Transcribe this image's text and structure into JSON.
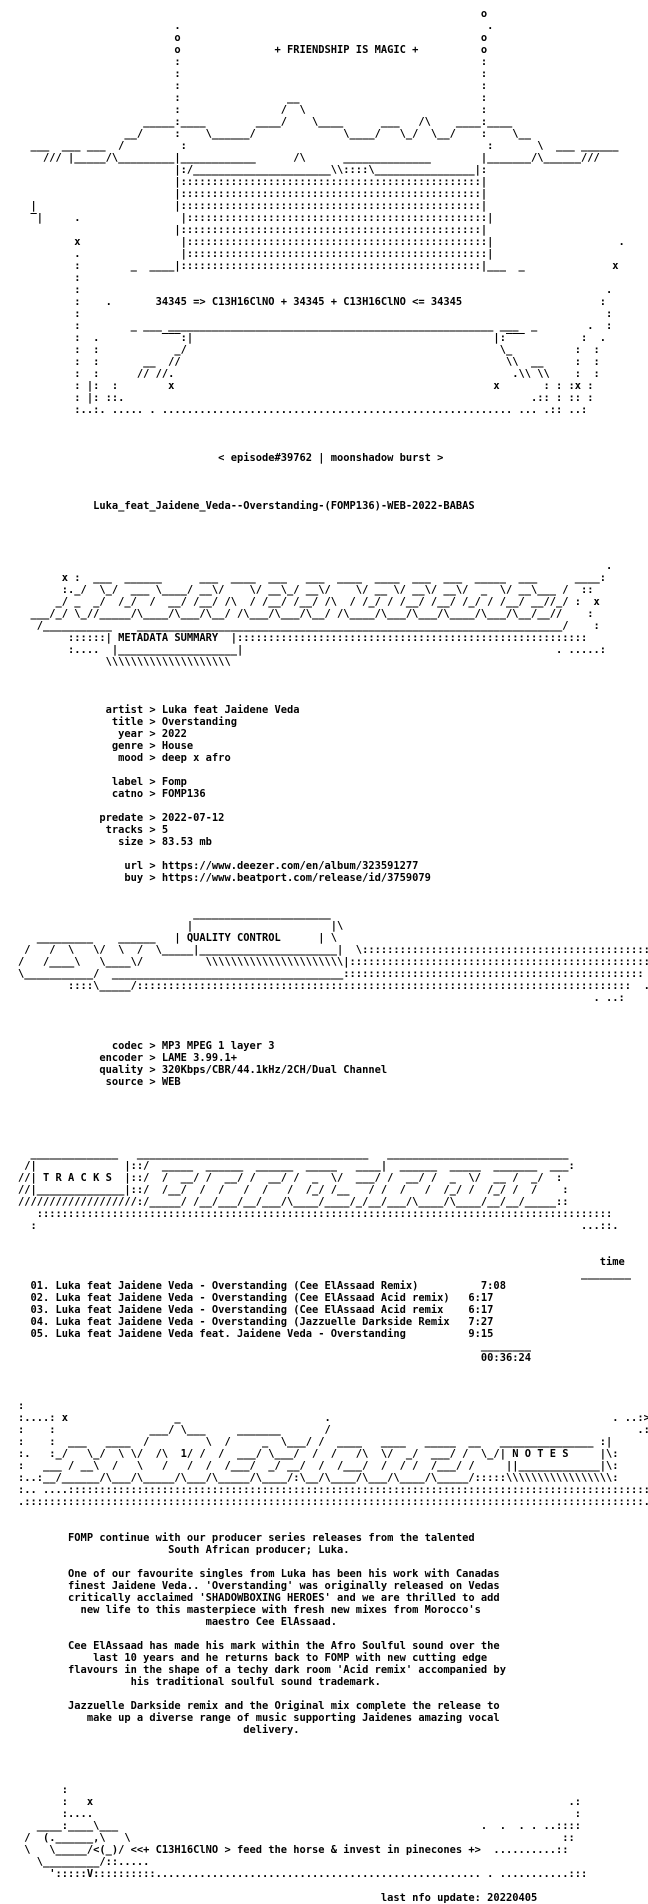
{
  "document": {
    "lines": [
      "                                                                          o",
      "                         .                                                 .",
      "                         o                                                o",
      "                         o               + FRIENDSHIP IS MAGIC +          o",
      "                         :                                                :",
      "                         :                                                :",
      "                         :                                                :",
      "                         :                 __                             :",
      "                         :                /  \\                            :",
      "                    _____:____        ____/    \\____      ___   /\\    ____:____",
      "                 __/     :    \\______/              \\____/   \\_/  \\__/    :    \\__",
      "  ___  ___ ___  /         :                                                :       \\  ___ ______",
      "    /// |_____/\\_________|____________      /\\      ______________        |_______/\\______///",
      "                         |:/______________________\\\\::::\\________________|:",
      "                         |::::::::::::::::::::::::::::::::::::::::::::::::|",
      "                         |::::::::::::::::::::::::::::::::::::::::::::::::|",
      "  |                      |::::::::::::::::::::::::::::::::::::::::::::::::|",
      "  ‾|     .                |::::::::::::::::::::::::::::::::::::::::::::::::|",
      "                         |::::::::::::::::::::::::::::::::::::::::::::::::|",
      "         x                |::::::::::::::::::::::::::::::::::::::::::::::::|                    .",
      "         .                |::::::::::::::::::::::::::::::::::::::::::::::::|",
      "         :        _  ____|::::::::::::::::::::::::::::::::::::::::::::::::|___  _              x",
      "         :                                                                                    ",
      "         :                                                                                    .",
      "         :    .       34345 => C13H16ClNO + 34345 + C13H16ClNO <= 34345                      :",
      "         :                                                                                    :",
      "         :        _ ___ ____________________________________________________ ___  _        .  :",
      "         :  .          ‾‾‾:|                                                |:‾‾‾         :  .",
      "         :  :            _/                                                  \\_          :  :",
      "         :  :       __  //                                                    \\\\  __     :  :",
      "         :  :      // //.                                                      .\\\\ \\\\    :  :",
      "         : |:  :        x                                                   x       : : :x :",
      "         : |: ::.                                                                 .:: : :: :",
      "         :..:. ..... . ........................................................ ... .:: ..:",
      "",
      "",
      "",
      "                                < episode#39762 | moonshadow burst >",
      "",
      "",
      "",
      "            Luka_feat_Jaidene_Veda--Overstanding-(FOMP136)-WEB-2022-BABAS",
      "",
      "",
      "",
      "",
      "                                                                                              .",
      "       x :  ___  ______      ___  ____  ___   ___  ____  ____  ___  ___  _____  ___      ____:",
      "       :._/  \\_/  ___ \\____/ __\\/    \\/ __\\_/ __\\/    \\/ __ \\/ __\\/ __\\/  _  \\/ __\\___ /  ::",
      "      _/ _  _/  /_/  /  __/ /__/ /\\  / /__/ /__/ /\\  / /_/ / /__/ /__/ /_/ / /__/ __//_/ :  x",
      "  ___/_/ \\_//_____/\\____/\\___/\\__/ /\\___/\\___/\\__/ /\\____/\\___/\\___/\\____/\\___/\\__/__//    :",
      "   /___________    ____________________________________________________________________/    :",
      "        ::::::| METADATA SUMMARY  |::::::::::::::::::::::::::::::::::::::::::::::::::::::::",
      "        :....  |___________________|                                                  . .....:",
      "              \\\\\\\\\\\\\\\\\\\\\\\\\\\\\\\\\\\\\\\\",
      "",
      "",
      "",
      "              artist > Luka feat Jaidene Veda",
      "               title > Overstanding",
      "                year > 2022",
      "               genre > House",
      "                mood > deep x afro",
      "",
      "               label > Fomp",
      "               catno > FOMP136",
      "",
      "             predate > 2022-07-12",
      "              tracks > 5",
      "                size > 83.53 mb",
      "",
      "                 url > https://www.deezer.com/en/album/323591277",
      "                 buy > https://www.beatport.com/release/id/3759079",
      "",
      "",
      "                            ______________________",
      "                           |                      |\\",
      "   _________    ______   | QUALITY CONTROL      | \\",
      " /   /  \\   \\/  \\  /  \\_____|______________________|  \\:::::::::::::::::::::::::::::::::::::::::::::::",
      "/   /____\\   \\____\\/          \\\\\\\\\\\\\\\\\\\\\\\\\\\\\\\\\\\\\\\\\\\\|:::::::::::::::::::::::::::::::::::::::::::::::::  .",
      "\\___________/  _____________________________________::::::::::::::::::::::::::::::::::::::::::::::::",
      "        ::::\\_____/:::::::::::::::::::::::::::::::::::::::::::::::::::::::::::::::::::::::::::::::  .",
      "                                                                                            . ..:",
      "",
      "",
      "",
      "               codec > MP3 MPEG 1 layer 3",
      "             encoder > LAME 3.99.1+",
      "             quality > 320Kbps/CBR/44.1kHz/2CH/Dual Channel",
      "              source > WEB",
      "",
      "",
      "",
      "",
      "",
      "  ______________   _____________________________________   _____________________________",
      " /|              |::/  _____  ______  ______  _____   ____|  ______  _____  _______  ___:",
      "//| T R A C K S  |::/  /  __/ /  __/ /  __/ /  _  \\/  ___/ /  __/ /  _  \\/  __ /  _/  :",
      "//|______________|::/  /__/  /  /   /  /   /  /_/ /__   / /  /   /  /_/ /  /_/ /  /    :",
      "///////////////////:/_____/ /__/___/__/___/\\____/____/_/__/___/\\____/\\____/__/__/_____::",
      "   ::::::::::::::::::::::::::::::::::::::::::::::::::::::::::::::::::::::::::::::::::::::::::::",
      "  :                                                                                       ...::.",
      "",
      "",
      "                                                                                             time",
      "                                                                                          ________",
      "  01. Luka feat Jaidene Veda - Overstanding (Cee ElAssaad Remix)          7:08",
      "  02. Luka feat Jaidene Veda - Overstanding (Cee ElAssaad Acid remix)   6:17",
      "  03. Luka feat Jaidene Veda - Overstanding (Cee ElAssaad Acid remix    6:17",
      "  04. Luka feat Jaidene Veda - Overstanding (Jazzuelle Darkside Remix   7:27",
      "  05. Luka feat Jaidene Veda feat. Jaidene Veda - Overstanding          9:15",
      "                                                                          ________",
      "                                                                          00:36:24",
      "",
      "",
      "",
      ":",
      ":....: x                 _                       .                                             . ..:>",
      ":    :               ___/ \\___     _______       /                                                 .:",
      ":    :  ___   ____  /         \\  /     _  \\___/ /  ____   ____   _____  __   _______________ :|",
      ":.   :_/   \\_/  \\ \\/  /\\  1/ /  /  ___/ \\___/  /  /   /\\  \\/  _/  ___/ /  \\_/| N O T E S     |\\:",
      ":   ___ / __\\  /   \\   /   /  /  /___/  _/ __/  /  /___/  /  / /  /___/ /     ||_____________|\\:",
      ":..:__/______/\\___/\\_____/\\___/\\_____/\\____/:\\__/\\____/\\___/\\____/\\_____/:::::\\\\\\\\\\\\\\\\\\\\\\\\\\\\\\\\\\:",
      ":.. ....:::::::::::::::::::::::::::::::::::::::::::::::::::::::::::::::::::::::::::::::::::::::::::::",
      ".:::::::::::::::::::::::::::::::::::::::::::::::::::::::::::::::::::::::::::::::::::::::::::::::::::.",
      "",
      "",
      "        FOMP continue with our producer series releases from the talented",
      "                        South African producer; Luka.",
      "",
      "        One of our favourite singles from Luka has been his work with Canadas",
      "        finest Jaidene Veda.. 'Overstanding' was originally released on Vedas",
      "        critically acclaimed 'SHADOWBOXING HEROES' and we are thrilled to add",
      "          new life to this masterpiece with fresh new mixes from Morocco's",
      "                              maestro Cee ElAssaad.",
      "",
      "        Cee ElAssaad has made his mark within the Afro Soulful sound over the",
      "            last 10 years and he returns back to FOMP with new cutting edge",
      "        flavours in the shape of a techy dark room 'Acid remix' accompanied by",
      "                  his traditional soulful sound trademark.",
      "",
      "        Jazzuelle Darkside remix and the Original mix complete the release to",
      "           make up a diverse range of music supporting Jaidenes amazing vocal",
      "                                    delivery.",
      "",
      "",
      "",
      "",
      "       :",
      "       :   x                                                                            .:",
      "       :....                                                                             :",
      "   ____:____\\___                                                          .  .  . . ..::::",
      " /  (.______,\\   \\                                                                     ::",
      " \\   \\_____/<(_)/ <<+ C13H16ClNO > feed the horse & invest in pinecones +>  ..........::",
      "   \\_________/::.....                                                       ",
      "     ':::::V::::::::::.................................................... . ...........:::",
      "",
      "                                                          last nfo update: 20220405"
    ]
  }
}
